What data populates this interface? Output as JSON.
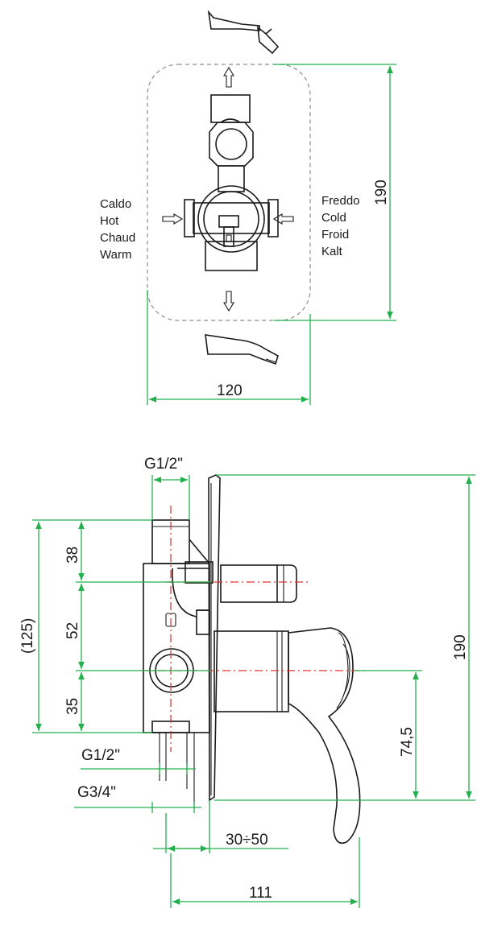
{
  "front_view": {
    "hot_labels": [
      "Caldo",
      "Hot",
      "Chaud",
      "Warm"
    ],
    "cold_labels": [
      "Freddo",
      "Cold",
      "Froid",
      "Kalt"
    ],
    "width_dimension": "120",
    "height_dimension": "190"
  },
  "side_view": {
    "inlet_top_thread": "G1/2\"",
    "total_height_bracket": "(125)",
    "segment_top": "38",
    "segment_middle": "52",
    "segment_bottom": "35",
    "outlet_thread_half": "G1/2\"",
    "outlet_thread_three_quarter": "G3/4\"",
    "plate_height": "190",
    "lever_axis_height": "74,5",
    "wall_depth_range": "30÷50",
    "total_depth": "111"
  },
  "colors": {
    "dimension_lines": "#22b14c",
    "axis_lines": "#e03030",
    "outline_dashed": "#8c8c8c",
    "part_lines": "#1a1a1a"
  }
}
